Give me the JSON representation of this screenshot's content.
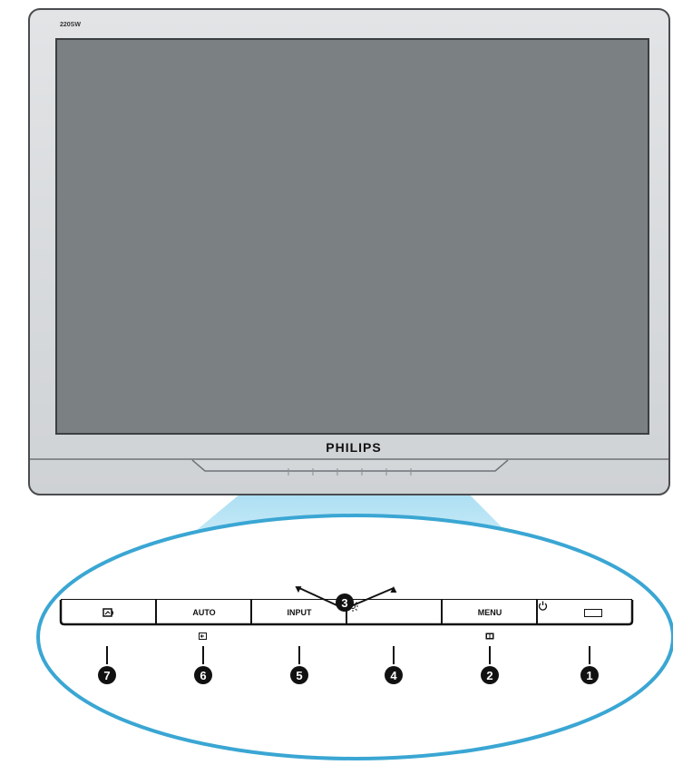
{
  "monitor": {
    "model": "220SW",
    "brand": "PHILIPS"
  },
  "control_panel": {
    "buttons": [
      {
        "id": "smartimage",
        "label": "",
        "sub_icon": "",
        "icon": "smartimage-icon",
        "callout": "7"
      },
      {
        "id": "auto",
        "label": "AUTO",
        "sub_icon": "back-icon",
        "icon": "",
        "callout": "6"
      },
      {
        "id": "input",
        "label": "INPUT",
        "sub_icon": "",
        "icon": "",
        "callout": "5"
      },
      {
        "id": "brightness",
        "label": "",
        "sub_icon": "",
        "icon": "brightness-icon",
        "callout": "4"
      },
      {
        "id": "menu",
        "label": "MENU",
        "sub_icon": "ok-icon",
        "icon": "",
        "callout": "2"
      },
      {
        "id": "power",
        "label": "",
        "sub_icon": "",
        "icon": "power-icon",
        "callout": "1"
      }
    ],
    "arrows_callout": "3",
    "arrow_down": "▼",
    "arrow_up": "▲"
  },
  "colors": {
    "screen": "#7b8083",
    "bezel": "#d6d8db",
    "highlight": "#9fd9ef",
    "ellipse": "#3aa6d3",
    "callout_bg": "#111111"
  }
}
